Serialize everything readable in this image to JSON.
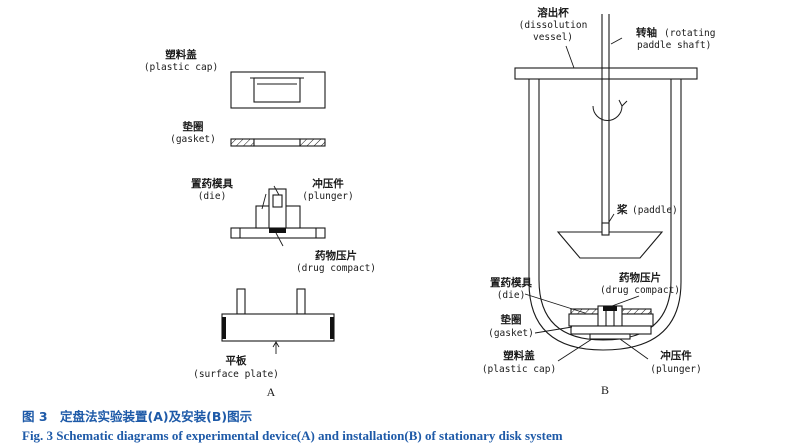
{
  "panel_a": {
    "letter": "A",
    "cap_cn": "塑料盖",
    "cap_en": "(plastic cap)",
    "gasket_cn": "垫圈",
    "gasket_en": "(gasket)",
    "die_cn": "置药模具",
    "die_en": "(die)",
    "plunger_cn": "冲压件",
    "plunger_en": "(plunger)",
    "compact_cn": "药物压片",
    "compact_en": "(drug compact)",
    "plate_cn": "平板",
    "plate_en": "(surface plate)"
  },
  "panel_b": {
    "letter": "B",
    "vessel_cn": "溶出杯",
    "vessel_en_1": "(dissolution",
    "vessel_en_2": "vessel)",
    "shaft_cn": "转轴",
    "shaft_en_1": "(rotating",
    "shaft_en_2": "paddle shaft)",
    "paddle_cn": "桨",
    "paddle_en": "(paddle)",
    "compact_cn": "药物压片",
    "compact_en": "(drug compact)",
    "die_cn": "置药模具",
    "die_en": "(die)",
    "gasket_cn": "垫圈",
    "gasket_en": "(gasket)",
    "cap_cn": "塑料盖",
    "cap_en": "(plastic cap)",
    "plunger_cn": "冲压件",
    "plunger_en": "(plunger)"
  },
  "caption": {
    "cn": "图 3　定盘法实验装置(A)及安装(B)图示",
    "en": "Fig. 3   Schematic diagrams of experimental device(A) and installation(B) of stationary disk system"
  },
  "colors": {
    "line": "#1a1a1a",
    "caption": "#1e5aa8",
    "compact": "#111111"
  }
}
